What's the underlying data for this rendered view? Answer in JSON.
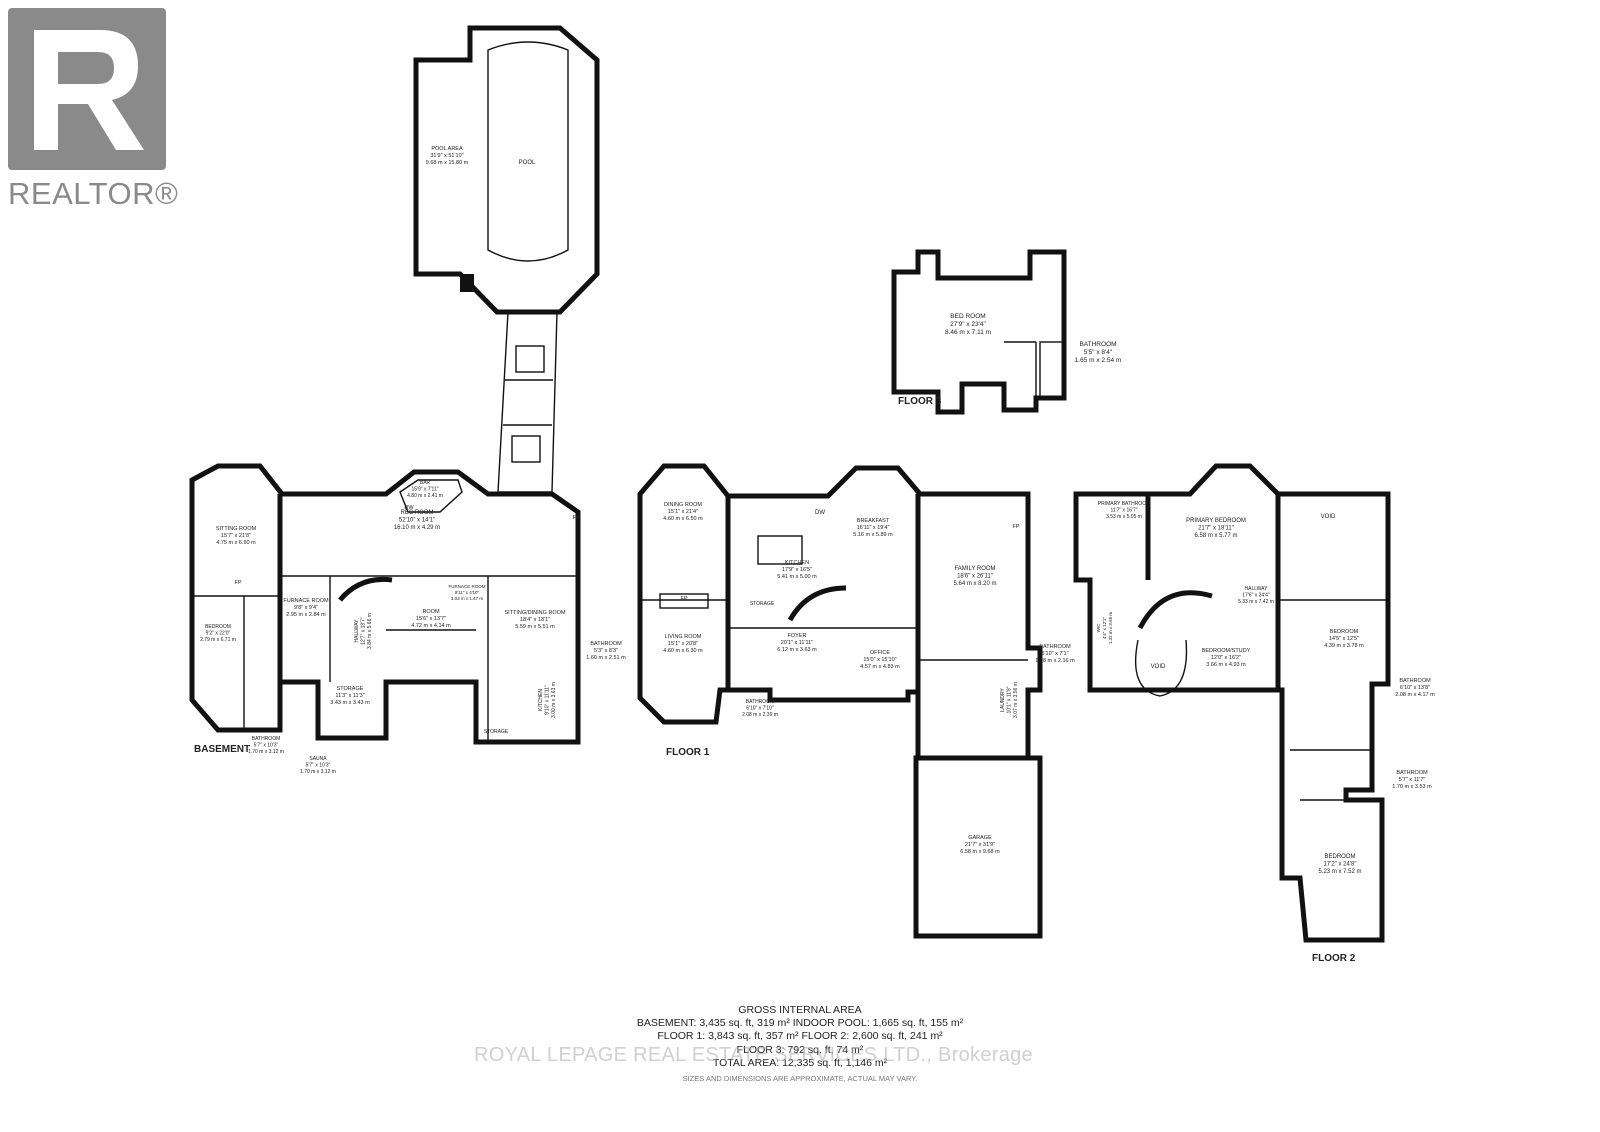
{
  "brand": {
    "name": "REALTOR®",
    "color": "#8a8a8a"
  },
  "floors": {
    "basement": "BASEMENT",
    "floor1": "FLOOR 1",
    "floor2": "FLOOR 2",
    "floor3": "FLOOR 3"
  },
  "rooms": [
    {
      "id": "pool-area",
      "name": "POOL AREA",
      "dim_imp": "31'9\" x 51'10\"",
      "dim_met": "9.68 m x 15.80 m"
    },
    {
      "id": "pool",
      "name": "POOL",
      "dim_imp": "",
      "dim_met": ""
    },
    {
      "id": "bar",
      "name": "BAR",
      "dim_imp": "15'9\" x 7'11\"",
      "dim_met": "4.80 m x 2.41 m"
    },
    {
      "id": "rec-room",
      "name": "REC ROOM",
      "dim_imp": "52'10\" x 14'1\"",
      "dim_met": "16.10 m x 4.29 m"
    },
    {
      "id": "sitting-room",
      "name": "SITTING ROOM",
      "dim_imp": "15'7\" x 21'8\"",
      "dim_met": "4.75 m x 6.60 m"
    },
    {
      "id": "furnace-room",
      "name": "FURNACE ROOM",
      "dim_imp": "9'8\" x 9'4\"",
      "dim_met": "2.95 m x 2.84 m"
    },
    {
      "id": "furnace-room-2",
      "name": "FURNACE ROOM",
      "dim_imp": "9'11\" x 4'10\"",
      "dim_met": "3.03 m x 1.47 m"
    },
    {
      "id": "hallway-b",
      "name": "HALLWAY",
      "dim_imp": "12'7\" x 18'7\"",
      "dim_met": "3.84 m x 5.66 m"
    },
    {
      "id": "room",
      "name": "ROOM",
      "dim_imp": "15'6\" x 13'7\"",
      "dim_met": "4.72 m x 4.14 m"
    },
    {
      "id": "sitting-dining",
      "name": "SITTING/DINING ROOM",
      "dim_imp": "18'4\" x 18'1\"",
      "dim_met": "5.59 m x 5.51 m"
    },
    {
      "id": "bedroom-b",
      "name": "BEDROOM",
      "dim_imp": "9'2\" x 22'0\"",
      "dim_met": "2.79 m x 6.71 m"
    },
    {
      "id": "storage-b",
      "name": "STORAGE",
      "dim_imp": "11'3\" x 11'3\"",
      "dim_met": "3.43 m x 3.43 m"
    },
    {
      "id": "kitchen-b",
      "name": "KITCHEN",
      "dim_imp": "9'10\" x 11'11\"",
      "dim_met": "3.00 m x 3.63 m"
    },
    {
      "id": "storage-b2",
      "name": "STORAGE",
      "dim_imp": "",
      "dim_met": ""
    },
    {
      "id": "bathroom-b1",
      "name": "BATHROOM",
      "dim_imp": "5'7\" x 10'3\"",
      "dim_met": "1.70 m x 3.12 m"
    },
    {
      "id": "sauna",
      "name": "SAUNA",
      "dim_imp": "5'7\" x 10'3\"",
      "dim_met": "1.70 m x 3.12 m"
    },
    {
      "id": "bathroom-b2",
      "name": "BATHROOM",
      "dim_imp": "5'3\" x 8'3\"",
      "dim_met": "1.60 m x 2.51 m"
    },
    {
      "id": "dining-room",
      "name": "DINING ROOM",
      "dim_imp": "15'1\" x 21'4\"",
      "dim_met": "4.60 m x 6.50 m"
    },
    {
      "id": "living-room",
      "name": "LIVING ROOM",
      "dim_imp": "15'1\" x 20'8\"",
      "dim_met": "4.60 m x 6.30 m"
    },
    {
      "id": "kitchen-1",
      "name": "KITCHEN",
      "dim_imp": "17'9\" x 16'5\"",
      "dim_met": "5.41 m x 5.00 m"
    },
    {
      "id": "breakfast",
      "name": "BREAKFAST",
      "dim_imp": "16'11\" x 19'4\"",
      "dim_met": "5.16 m x 5.89 m"
    },
    {
      "id": "family-room",
      "name": "FAMILY ROOM",
      "dim_imp": "18'6\" x 26'11\"",
      "dim_met": "5.64 m x 8.20 m"
    },
    {
      "id": "storage-1",
      "name": "STORAGE",
      "dim_imp": "",
      "dim_met": ""
    },
    {
      "id": "foyer",
      "name": "FOYER",
      "dim_imp": "20'1\" x 11'11\"",
      "dim_met": "6.12 m x 3.63 m"
    },
    {
      "id": "office",
      "name": "OFFICE",
      "dim_imp": "15'0\" x 15'10\"",
      "dim_met": "4.57 m x 4.83 m"
    },
    {
      "id": "laundry",
      "name": "LAUNDRY",
      "dim_imp": "10'1\" x 11'8\"",
      "dim_met": "3.07 m x 3.56 m"
    },
    {
      "id": "bathroom-1a",
      "name": "BATHROOM",
      "dim_imp": "6'10\" x 7'10\"",
      "dim_met": "2.08 m x 2.39 m"
    },
    {
      "id": "bathroom-1b",
      "name": "BATHROOM",
      "dim_imp": "5'10\" x 7'1\"",
      "dim_met": "1.78 m x 2.16 m"
    },
    {
      "id": "garage",
      "name": "GARAGE",
      "dim_imp": "21'7\" x 31'9\"",
      "dim_met": "6.58 m x 9.68 m"
    },
    {
      "id": "bed-room-3",
      "name": "BED ROOM",
      "dim_imp": "27'9\" x 23'4\"",
      "dim_met": "8.46 m x 7.11 m"
    },
    {
      "id": "bathroom-3",
      "name": "BATHROOM",
      "dim_imp": "5'5\" x 8'4\"",
      "dim_met": "1.65 m x 2.54 m"
    },
    {
      "id": "primary-bath",
      "name": "PRIMARY BATHROOM",
      "dim_imp": "11'7\" x 16'7\"",
      "dim_met": "3.53 m x 5.05 m"
    },
    {
      "id": "primary-bed",
      "name": "PRIMARY BEDROOM",
      "dim_imp": "21'7\" x 18'11\"",
      "dim_met": "6.58 m x 5.77 m"
    },
    {
      "id": "void-1",
      "name": "VOID",
      "dim_imp": "",
      "dim_met": ""
    },
    {
      "id": "hallway-2",
      "name": "HALLWAY",
      "dim_imp": "17'6\" x 24'4\"",
      "dim_met": "5.33 m x 7.42 m"
    },
    {
      "id": "wic",
      "name": "WIC",
      "dim_imp": "4'4\" x 12'1\"",
      "dim_met": "1.32 m x 3.68 m"
    },
    {
      "id": "void-2",
      "name": "VOID",
      "dim_imp": "",
      "dim_met": ""
    },
    {
      "id": "bedroom-study",
      "name": "BEDROOM/STUDY",
      "dim_imp": "12'0\" x 16'2\"",
      "dim_met": "3.66 m x 4.93 m"
    },
    {
      "id": "bedroom-2a",
      "name": "BEDROOM",
      "dim_imp": "14'5\" x 12'5\"",
      "dim_met": "4.39 m x 3.78 m"
    },
    {
      "id": "bathroom-2a",
      "name": "BATHROOM",
      "dim_imp": "6'10\" x 13'8\"",
      "dim_met": "2.08 m x 4.17 m"
    },
    {
      "id": "bathroom-2b",
      "name": "BATHROOM",
      "dim_imp": "5'7\" x 11'7\"",
      "dim_met": "1.70 m x 3.53 m"
    },
    {
      "id": "bedroom-2b",
      "name": "BEDROOM",
      "dim_imp": "17'2\" x 24'8\"",
      "dim_met": "5.23 m x 7.52 m"
    }
  ],
  "fixtures": {
    "dw": "DW",
    "fp": "FP"
  },
  "summary": {
    "heading": "GROSS INTERNAL AREA",
    "line1": "BASEMENT: 3,435 sq. ft, 319 m² INDOOR POOL: 1,665 sq. ft, 155 m²",
    "line2": "FLOOR 1: 3,843 sq. ft, 357 m² FLOOR 2: 2,600 sq. ft, 241 m²",
    "line3": "FLOOR 3: 792 sq. ft, 74 m²",
    "line4": "TOTAL AREA: 12,335 sq. ft, 1,146 m²",
    "note": "SIZES AND DIMENSIONS ARE APPROXIMATE, ACTUAL MAY VARY."
  },
  "watermark": "ROYAL LEPAGE REAL ESTATE SERVICES LTD., Brokerage"
}
